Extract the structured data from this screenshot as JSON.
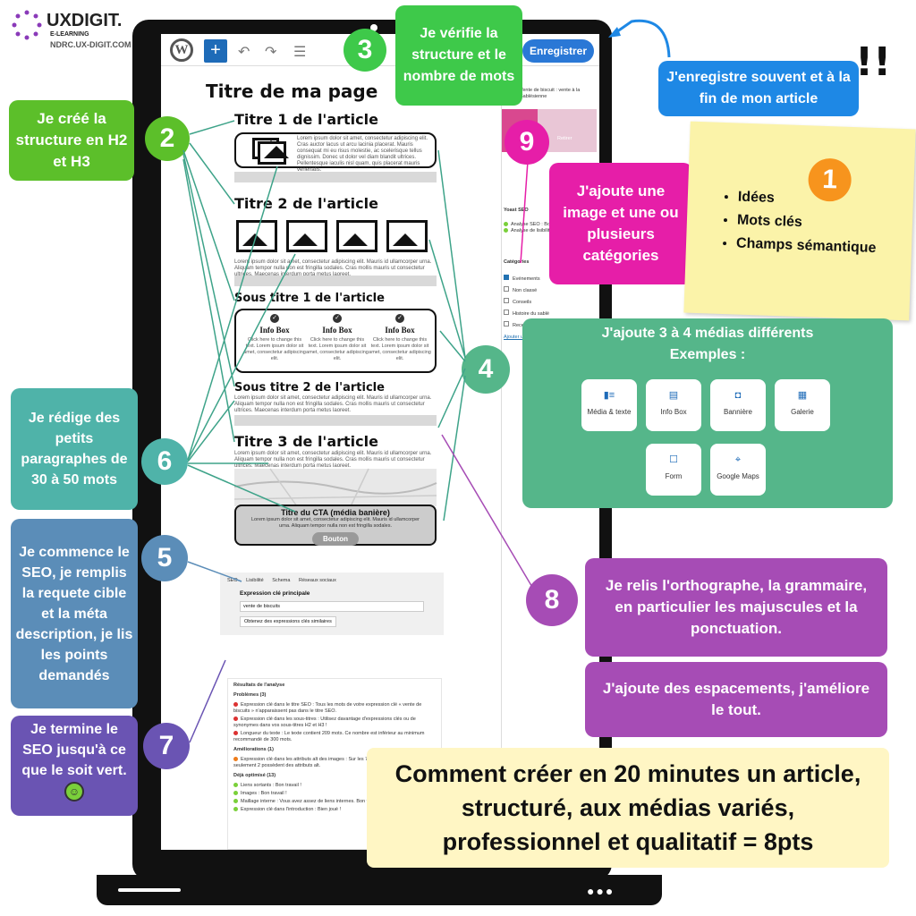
{
  "brand": {
    "name": "UXDIGIT.",
    "subtitle": "E-LEARNING",
    "url": "NDRC.UX-DIGIT.COM"
  },
  "editor": {
    "save_label": "Enregistrer",
    "page_title": "Titre de ma page",
    "h2_1": "Titre 1 de l'article",
    "h2_2": "Titre 2 de l'article",
    "h3_1": "Sous titre 1 de l'article",
    "h3_2": "Sous titre 2 de l'article",
    "h2_3": "Titre 3 de l'article",
    "lorem_1": "Lorem ipsum dolor sit amet, consectetur adipiscing elit. Cras auctor lacus ut arcu lacinia placerat. Mauris consequat mi eu risus molestie, ac scelerisque tellus dignissim. Donec ut dolor vel diam blandit ultrices. Pellentesque iaculis nisl quam, quis placerat mauris venenatis.",
    "lorem_2": "Lorem ipsum dolor sit amet, consectetur adipiscing elit. Mauris id ullamcorper urna. Aliquam tempor nulla non est fringilla sodales. Cras mollis mauris ut consectetur ultrices. Maecenas interdum porta metus laoreet.",
    "infobox_title": "Info Box",
    "infobox_desc": "Click here to change this text. Lorem ipsum dolor sit amet, consectetur adipiscing elit.",
    "cta_title": "Titre du CTA (média banière)",
    "cta_text": "Lorem ipsum dolor sit amet, consectetur adipiscing elit. Mauris id ullamcorper urna. Aliquam tempor nulla non est fringilla sodales.",
    "cta_button": "Bouton"
  },
  "seo_panel": {
    "tabs": [
      "SEO",
      "Lisibilité",
      "Schema",
      "Réseaux sociaux"
    ],
    "keyphrase_label": "Expression clé principale",
    "keyphrase_value": "vente de biscuits",
    "related_button": "Obtenez des expressions clés similaires",
    "results_title": "Résultats de l'analyse",
    "problems": "Problèmes (3)",
    "problem_items": [
      "Expression clé dans le titre SEO : Tous les mots de votre expression clé « vente de biscuits » n'apparaissent pas dans le titre SEO.",
      "Expression clé dans les sous-titres : Utilisez davantage d'expressions clés ou de synonymes dans vos sous-titres H2 et H3 !",
      "Longueur du texte : Le texte contient 209 mots. Ce nombre est inférieur au minimum recommandé de 300 mots."
    ],
    "improvements": "Améliorations (1)",
    "improvement_items": [
      "Expression clé dans les attributs alt des images : Sur les 7 images de cette page, seulement 2 possèdent des attributs alt."
    ],
    "good": "Déjà optimisé (13)",
    "good_items": [
      "Liens sortants : Bon travail !",
      "Images : Bon travail !",
      "Maillage interne : Vous avez assez de liens internes. Bon travail !",
      "Expression clé dans l'introduction : Bien joué !"
    ]
  },
  "sidebar": {
    "post_title": "Vente de biscuit : vente à la Sablésienne",
    "retire": "Retirer",
    "yoast": "Yoast SEO",
    "analysis_1": "Analyse SEO : Bonne",
    "analysis_2": "Analyse de lisibilité",
    "categories_label": "Catégories",
    "categories": [
      "Evénements",
      "Non classé",
      "Conseils",
      "Histoire du sablé",
      "Recette"
    ],
    "add_category": "Ajouter une catégorie"
  },
  "callouts": {
    "n3": "Je vérifie la structure et le nombre de mots",
    "save_note": "J'enregistre souvent et à la fin de mon article",
    "n2": "Je créé la structure en H2 et H3",
    "n9": "J'ajoute une image et une ou plusieurs catégories",
    "sticky_items": [
      "Idées",
      "Mots clés",
      "Champs sémantique"
    ],
    "n4_title": "J'ajoute 3 à 4 médias différents",
    "n4_subtitle": "Exemples :",
    "media": [
      "Média & texte",
      "Info Box",
      "Bannière",
      "Galerie",
      "Form",
      "Google Maps"
    ],
    "n6": "Je rédige des petits paragraphes de 30 à 50 mots",
    "n5": "Je commence le SEO, je remplis la requete cible et la méta description, je lis les points demandés",
    "n7": "Je termine le SEO jusqu'à ce que le soit vert.",
    "n8_a": "Je relis l'orthographe, la grammaire, en particulier les majuscules et la ponctuation.",
    "n8_b": "J'ajoute des espacements, j'améliore le tout.",
    "conclusion": "Comment créer en 20 minutes un article, structuré, aux médias variés, professionnel et qualitatif = 8pts"
  },
  "numbers": [
    "1",
    "2",
    "3",
    "4",
    "5",
    "6",
    "7",
    "8",
    "9"
  ],
  "colors": {
    "green": "#5cbf2a",
    "teal": "#55b68a",
    "blue": "#1e88e5",
    "magenta": "#e61ea8",
    "purple": "#9b59b6",
    "orange": "#f7941d",
    "sticky": "#fbf3a9",
    "dark_teal": "#4a9c9c",
    "slate": "#5b8db8"
  }
}
